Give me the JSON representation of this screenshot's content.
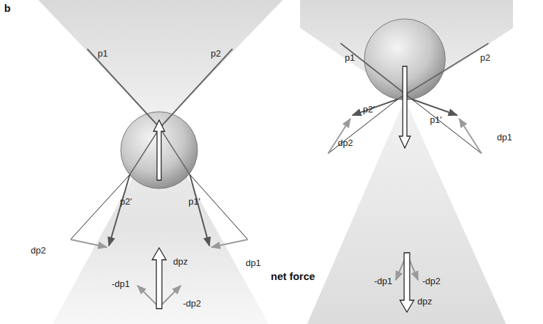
{
  "diagram": {
    "labels": [
      "b",
      "p1",
      "p2",
      "p2'",
      "p1'",
      "dp2",
      "dp1",
      "dpz",
      "-dp1",
      "-dp2",
      "net force",
      "p1",
      "p2",
      "p2'",
      "p1'",
      "dp2",
      "dp1",
      "-dp1",
      "-dp2",
      "dpz"
    ]
  }
}
